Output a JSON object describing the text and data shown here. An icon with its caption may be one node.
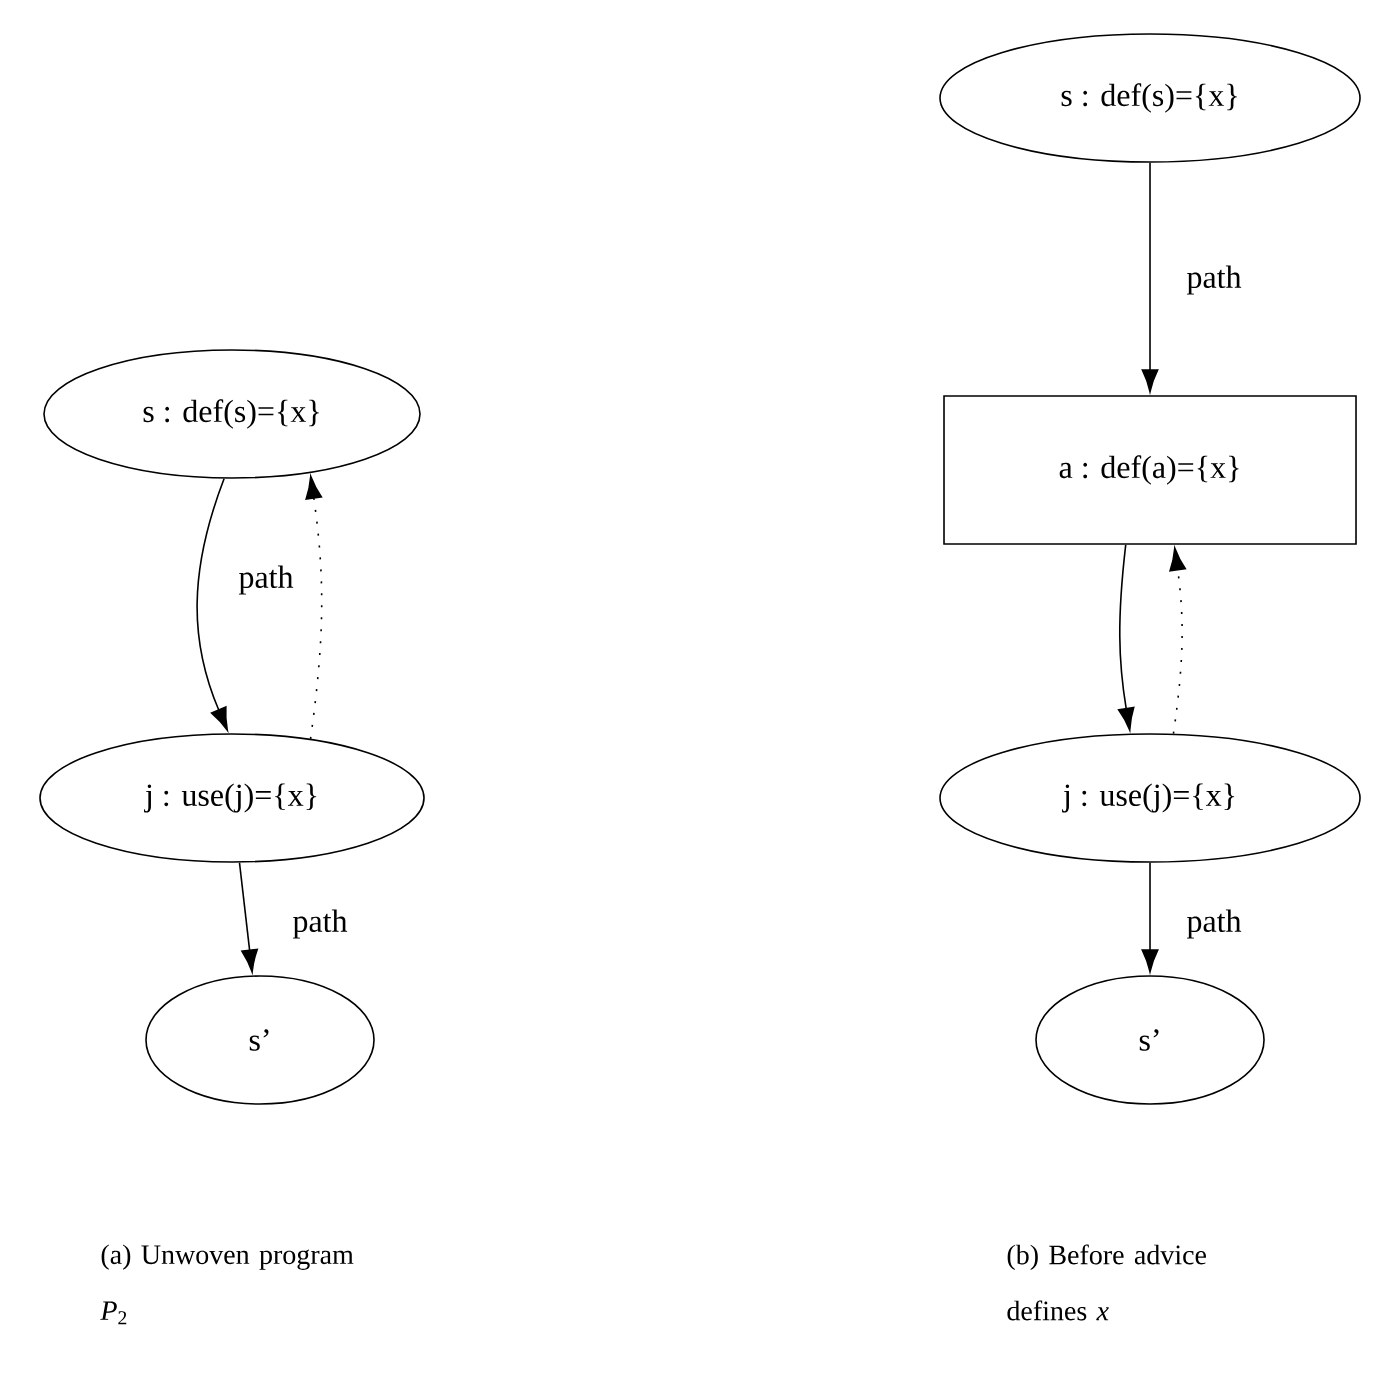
{
  "diagram": {
    "nodes": [
      {
        "text": [
          "s : def(s)={x}"
        ]
      },
      {
        "text": [
          "j : use(j)={x}"
        ]
      },
      {
        "text": [
          "s’"
        ]
      },
      {
        "text": [
          "s : def(s)={x}"
        ]
      },
      {
        "text": [
          "a : def(a)={x}"
        ]
      },
      {
        "text": [
          "j : use(j)={x}"
        ]
      },
      {
        "text": [
          "s’"
        ]
      }
    ],
    "edges": [
      {
        "from": 0,
        "to": 1,
        "arrow": "to",
        "label": "path"
      },
      {
        "from": 1,
        "to": 0,
        "arrow": "to",
        "style": "dashed"
      },
      {
        "from": 1,
        "to": 2,
        "arrow": "to",
        "label": "path"
      },
      {
        "from": 3,
        "to": 4,
        "arrow": "to",
        "label": "path"
      },
      {
        "from": 4,
        "to": 5,
        "arrow": "to"
      },
      {
        "from": 5,
        "to": 4,
        "arrow": "to",
        "style": "dashed"
      },
      {
        "from": 5,
        "to": 6,
        "arrow": "to",
        "label": "path"
      }
    ],
    "labels": [
      "(a) Unwoven program *P*$_{2}$",
      "(b) Before advice defines *x*"
    ]
  }
}
